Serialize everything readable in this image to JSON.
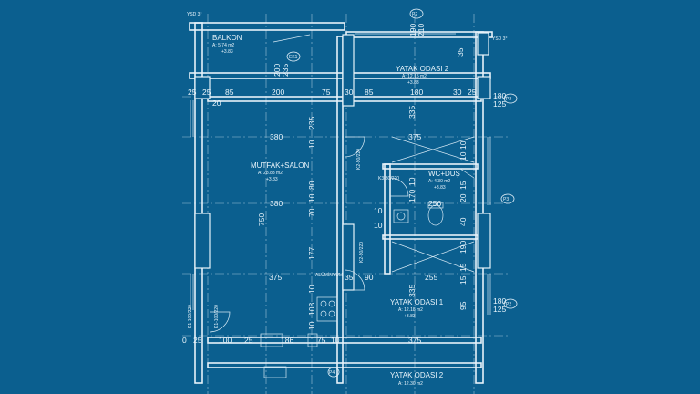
{
  "rooms": {
    "balkon": {
      "name": "BALKON",
      "area": "A: 5.74 m2",
      "level": "+3.83"
    },
    "yatak_odasi_2_top": {
      "name": "YATAK ODASI 2",
      "area": "A: 12.15 m2",
      "level": "+3.83"
    },
    "mutfak_salon": {
      "name": "MUTFAK+SALON",
      "area": "A: 28.83 m2",
      "level": "+3.83"
    },
    "wc_dus": {
      "name": "WC+DUŞ",
      "area": "A: 4.30 m2",
      "level": "+3.83"
    },
    "yatak_odasi_1": {
      "name": "YATAK ODASI 1",
      "area": "A: 12.18 m2",
      "level": "+3.83"
    },
    "yatak_odasi_2_bottom": {
      "name": "YATAK ODASI 2",
      "area": "A: 12.30 m2"
    }
  },
  "tags": {
    "ysd_left": "YSD 3°",
    "ysd_right": "YSD 3°",
    "p2_top": "P2",
    "p2_right_1": "P2",
    "p3_right": "P3",
    "p2_right_2": "P2",
    "ek1": "EK1",
    "p4_bottom": "P4"
  },
  "doors": {
    "k2_a": "K2-90/220",
    "k3": "K3-80/220",
    "k2_b": "K2-90/220",
    "k1_left": "K1-100/220",
    "k1_left_b": "K1-100/220",
    "aluminyum": "ALÜMİNYUM"
  },
  "dims": {
    "top_row": [
      "25",
      "25",
      "85",
      "200",
      "75",
      "30",
      "85",
      "180",
      "30",
      "25"
    ],
    "top_vertical": [
      "200",
      "235",
      "190",
      "210",
      "35"
    ],
    "right_top": [
      "20",
      "180",
      "125"
    ],
    "mid_row_1": [
      "380",
      "375"
    ],
    "mid_row_2": [
      "380",
      "256"
    ],
    "bottom_row": [
      "375",
      "35",
      "90",
      "255"
    ],
    "floor_row": [
      "0",
      "25",
      "100",
      "25",
      "186",
      "75",
      "10",
      "375"
    ],
    "vert_mid": [
      "235",
      "10",
      "80",
      "10",
      "70",
      "750",
      "177",
      "10",
      "108",
      "10",
      "10",
      "170",
      "190",
      "40",
      "15",
      "10",
      "10",
      "15",
      "20",
      "335",
      "335",
      "15",
      "95"
    ],
    "right_bottom": [
      "180",
      "125"
    ],
    "left_mark": "20",
    "wc_dims": [
      "10",
      "10"
    ],
    "right_notes": [
      "180",
      "125"
    ]
  },
  "colors": {
    "background": "#0b5f8f",
    "lines": "#e6f2fa"
  }
}
